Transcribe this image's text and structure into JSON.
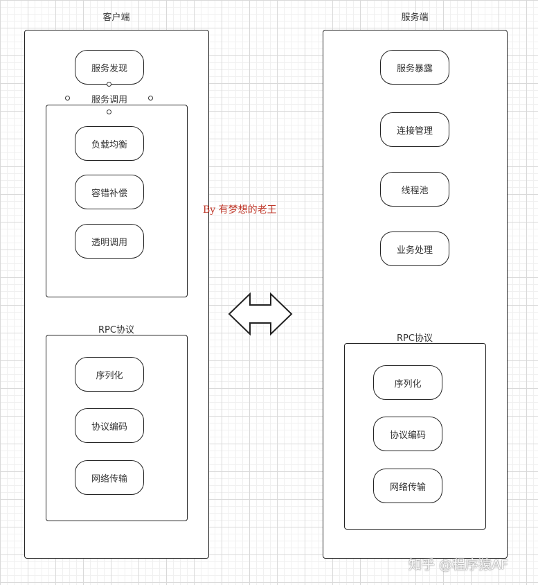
{
  "client": {
    "title": "客户端",
    "discovery": "服务发现",
    "invoke_group": {
      "title": "服务调用",
      "items": [
        "负载均衡",
        "容错补偿",
        "透明调用"
      ]
    },
    "rpc_group": {
      "title": "RPC协议",
      "items": [
        "序列化",
        "协议编码",
        "网络传输"
      ]
    }
  },
  "server": {
    "title": "服务端",
    "items": [
      "服务暴露",
      "连接管理",
      "线程池",
      "业务处理"
    ],
    "rpc_group": {
      "title": "RPC协议",
      "items": [
        "序列化",
        "协议编码",
        "网络传输"
      ]
    }
  },
  "watermark": "By 有梦想的老王",
  "footer_watermark": "知乎 @程序猿AF",
  "arrow_icon": "double-arrow-icon"
}
